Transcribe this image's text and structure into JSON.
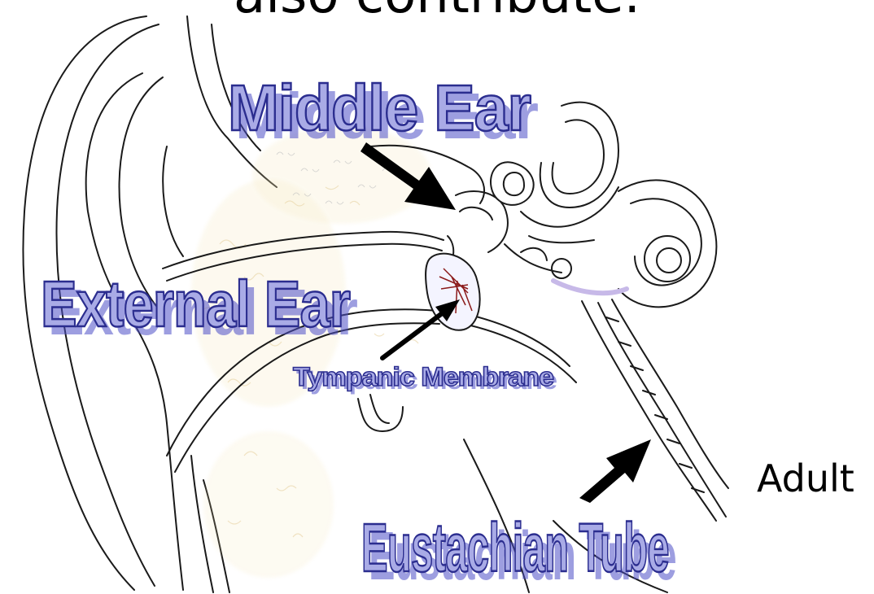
{
  "slide": {
    "heading_partial": "also contribute.",
    "side_label": "Adult"
  },
  "labels": {
    "middle_ear": "Middle Ear",
    "external_ear": "External Ear",
    "tympanic_membrane": "Tympanic Membrane",
    "eustachian_tube": "Eustachian Tube"
  },
  "colors": {
    "label_fill": "#a9abe6",
    "label_stroke": "#2b2d8f",
    "label_shadow": "#4e50c8",
    "line": "#1a1a1a",
    "arrow": "#000000",
    "sketch_fill": "#f3e3b0",
    "inner_ear_shadow": "#d8c8f0",
    "eardrum_mark": "#8b1a1a"
  }
}
